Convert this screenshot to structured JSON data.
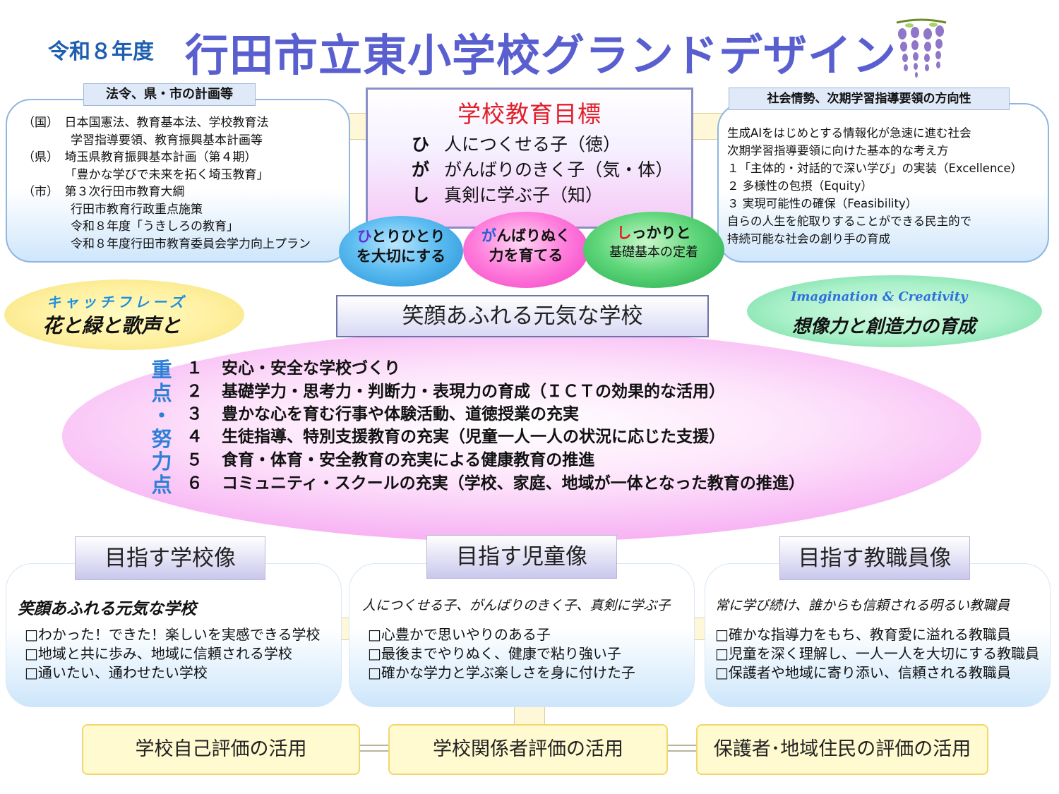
{
  "header": {
    "year": "令和８年度",
    "title": "行田市立東小学校グランドデザイン"
  },
  "laws": {
    "tab": "法令、県・市の計画等",
    "lines": [
      "（国）　日本国憲法、教育基本法、学校教育法",
      "　　　　学習指導要領、教育振興基本計画等",
      "（県）　埼玉県教育振興基本計画（第４期）",
      "　　　　「豊かな学びで未来を拓く埼玉教育」",
      "（市）　第３次行田市教育大綱",
      "　　　　行田市教育行政重点施策",
      "　　　　令和８年度「うきしろの教育」",
      "　　　　令和８年度行田市教育委員会学力向上プラン"
    ]
  },
  "society": {
    "tab": "社会情勢、次期学習指導要領の方向性",
    "lines": [
      "生成AIをはじめとする情報化が急速に進む社会",
      "次期学習指導要領に向けた基本的な考え方",
      "１「主体的・対話的で深い学び」の実装（Excellence）",
      "２ 多様性の包摂（Equity）",
      "３ 実現可能性の確保（Feasibility）",
      "自らの人生を舵取りすることができる民主的で",
      "持続可能な社会の創り手の育成"
    ]
  },
  "goal": {
    "title": "学校教育目標",
    "rows": [
      {
        "key": "ひ",
        "text": "人につくせる子（徳）"
      },
      {
        "key": "が",
        "text": "がんばりのきく子（気・体）"
      },
      {
        "key": "し",
        "text": "真剣に学ぶ子（知）"
      }
    ]
  },
  "ovals": [
    {
      "lead": "ひ",
      "rest": "とりひとり",
      "line2": "を大切にする",
      "color": "#3aa6e8",
      "lead_color": "#6a2fd6"
    },
    {
      "lead": "が",
      "rest": "んばりぬく",
      "line2": "力を育てる",
      "color": "#ff5bd1",
      "lead_color": "#2a5fd6"
    },
    {
      "lead": "し",
      "rest": "っかりと",
      "line2": "基礎基本の定着",
      "color": "#2fbf5a",
      "lead_color": "#e0202a"
    }
  ],
  "catch": {
    "label": "キャッチフレーズ",
    "text": "花と緑と歌声と"
  },
  "imagination": {
    "label": "Imagination & Creativity",
    "text": "想像力と創造力の育成"
  },
  "banner": "笑顔あふれる元気な学校",
  "focus": {
    "label": [
      "重",
      "点",
      "・",
      "努",
      "力",
      "点"
    ],
    "items": [
      {
        "num": "１",
        "text": "安心・安全な学校づくり"
      },
      {
        "num": "２",
        "text": "基礎学力・思考力・判断力・表現力の育成（ＩＣＴの効果的な活用）"
      },
      {
        "num": "３",
        "text": "豊かな心を育む行事や体験活動、道徳授業の充実"
      },
      {
        "num": "４",
        "text": "生徒指導、特別支援教育の充実（児童一人一人の状況に応じた支援）"
      },
      {
        "num": "５",
        "text": "食育・体育・安全教育の充実による健康教育の推進"
      },
      {
        "num": "６",
        "text": "コミュニティ・スクールの充実（学校、家庭、地域が一体となった教育の推進）"
      }
    ]
  },
  "visions": [
    {
      "tab": "目指す学校像",
      "head": "笑顔あふれる元気な学校",
      "lines": [
        "□わかった！できた！楽しいを実感できる学校",
        "□地域と共に歩み、地域に信頼される学校",
        "□通いたい、通わせたい学校"
      ]
    },
    {
      "tab": "目指す児童像",
      "head": "人につくせる子、がんばりのきく子、真剣に学ぶ子",
      "lines": [
        "□心豊かで思いやりのある子",
        "□最後までやりぬく、健康で粘り強い子",
        "□確かな学力と学ぶ楽しさを身に付けた子"
      ]
    },
    {
      "tab": "目指す教職員像",
      "head": "常に学び続け、誰からも信頼される明るい教職員",
      "lines": [
        "□確かな指導力をもち、教育愛に溢れる教職員",
        "□児童を深く理解し、一人一人を大切にする教職員",
        "□保護者や地域に寄り添い、信頼される教職員"
      ]
    }
  ],
  "evaluations": [
    "学校自己評価の活用",
    "学校関係者評価の活用",
    "保護者･地域住民の評価の活用"
  ],
  "colors": {
    "title": "#5a5fd0",
    "year": "#1f5fb0",
    "goal_title": "#e0202a",
    "focus_label": "#2d7fd8"
  }
}
